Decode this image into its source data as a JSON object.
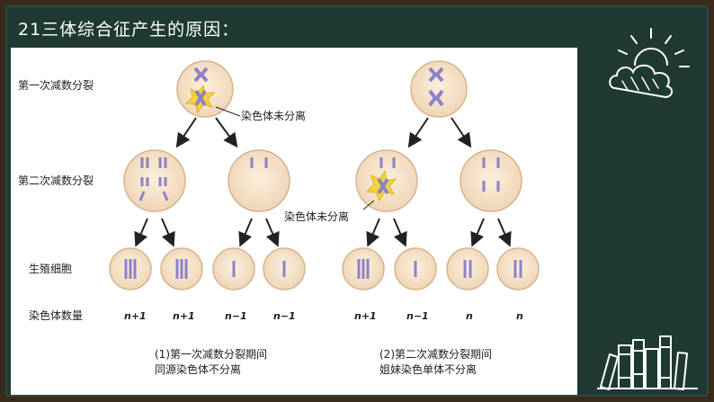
{
  "slide": {
    "title": "21三体综合征产生的原因："
  },
  "diagram": {
    "row_labels": {
      "meiosis1": "第一次减数分裂",
      "meiosis2": "第二次减数分裂",
      "gametes": "生殖细胞",
      "chromosome_count": "染色体数量"
    },
    "nondisjunction_label": "染色体未分离",
    "left_counts": [
      "n+1",
      "n+1",
      "n−1",
      "n−1"
    ],
    "right_counts": [
      "n+1",
      "n−1",
      "n",
      "n"
    ],
    "left_caption": [
      "(1)第一次减数分裂期间",
      "同源染色体不分离"
    ],
    "right_caption": [
      "(2)第二次减数分裂期间",
      "姐妹染色单体不分离"
    ]
  },
  "colors": {
    "cell_fill": "#f1ddc2",
    "cell_stroke": "#d9b894",
    "chromosome": "#8c82c8",
    "burst": "#f4d43a",
    "board": "#1f3a33"
  },
  "icons": [
    "sun-cloud-icon",
    "books-icon"
  ]
}
